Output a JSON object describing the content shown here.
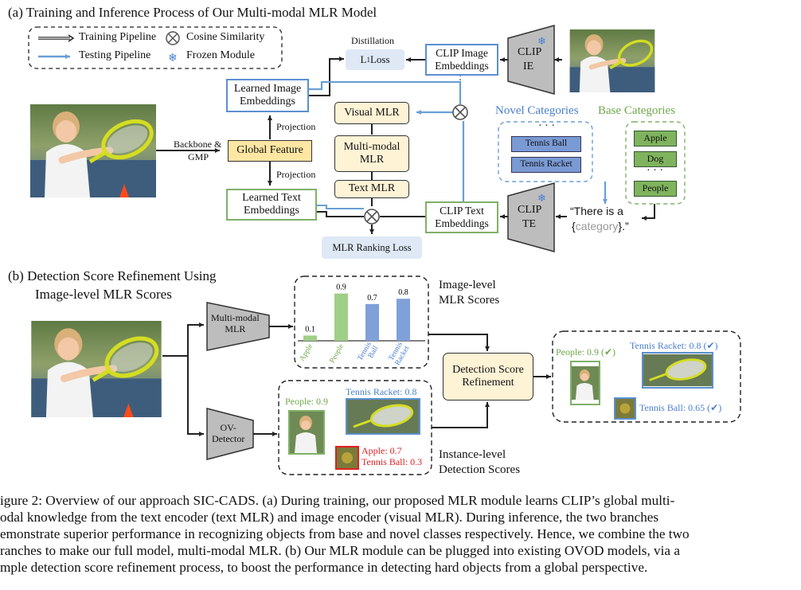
{
  "section_a": {
    "title": "(a) Training and Inference Process of Our Multi-modal MLR Model"
  },
  "legend": {
    "training": "Training Pipeline",
    "testing": "Testing Pipeline",
    "cosine": "Cosine Similarity",
    "frozen": "Frozen Module"
  },
  "modules": {
    "distillation": "Distillation",
    "l1_loss": "L",
    "l1_sub": "1",
    "l1_rest": " Loss",
    "clip_image_emb_1": "CLIP Image",
    "clip_image_emb_2": "Embeddings",
    "clip_ie_1": "CLIP",
    "clip_ie_2": "IE",
    "clip_te_1": "CLIP",
    "clip_te_2": "TE",
    "learned_image_1": "Learned Image",
    "learned_image_2": "Embeddings",
    "projection_top": "Projection",
    "projection_bottom": "Projection",
    "global_feature": "Global Feature",
    "backbone_1": "Backbone &",
    "backbone_2": "GMP",
    "visual_mlr": "Visual MLR",
    "multimodal_mlr_1": "Multi-modal",
    "multimodal_mlr_2": "MLR",
    "text_mlr": "Text MLR",
    "learned_text_1": "Learned Text",
    "learned_text_2": "Embeddings",
    "clip_text_1": "CLIP Text",
    "clip_text_2": "Embeddings",
    "mlr_ranking_loss": "MLR Ranking Loss"
  },
  "categories": {
    "novel_title": "Novel Categories",
    "base_title": "Base Categories",
    "novel_items": [
      "Tennis Ball",
      "Tennis Racket"
    ],
    "base_items": [
      "Apple",
      "Dog",
      "People"
    ],
    "prompt_1": "“There is a",
    "prompt_open": "{",
    "prompt_cat": "category",
    "prompt_close": "}.”",
    "dots": "· · ·"
  },
  "colors": {
    "training": "#222222",
    "testing": "#6a9fd6",
    "blue_box_border": "#5b8fd0",
    "green_box_border": "#7fb069",
    "blue_fill": "#7a9ad4",
    "green_fill": "#7fb35d",
    "feature_fill": "#ffe6a3",
    "mlr_fill": "#fff3d6",
    "red_text": "#e02020"
  },
  "section_b": {
    "title_1": "(b) Detection Score Refinement Using",
    "title_2": "Image-level MLR Scores",
    "multimodal_mlr_1": "Multi-modal",
    "multimodal_mlr_2": "MLR",
    "ov_detector_1": "OV-",
    "ov_detector_2": "Detector",
    "image_level_1": "Image-level",
    "image_level_2": "MLR Scores",
    "refinement_1": "Detection Score",
    "refinement_2": "Refinement",
    "instance_level_1": "Instance-level",
    "instance_level_2": "Detection Scores",
    "people_det": "People: 0.9",
    "racket_det": "Tennis Racket: 0.8",
    "apple_det": "Apple: 0.7",
    "ball_det": "Tennis Ball: 0.3",
    "people_out": "People: 0.9 (✔)",
    "racket_out": "Tennis Racket: 0.8 (✔)",
    "ball_out": "Tennis Ball: 0.65 (✔)"
  },
  "chart_data": {
    "type": "bar",
    "categories": [
      "Apple",
      "People",
      "Tennis Ball",
      "Tennis Racket"
    ],
    "values": [
      0.1,
      0.9,
      0.7,
      0.8
    ],
    "value_labels": [
      "0.1",
      "0.9",
      "0.7",
      "0.8"
    ],
    "colors": [
      "#9fcf86",
      "#9fcf86",
      "#7fa0d8",
      "#7fa0d8"
    ],
    "ylim": [
      0,
      1
    ]
  },
  "caption": {
    "line1": "igure 2: Overview of our approach SIC-CADS. (a) During training, our proposed MLR module learns CLIP’s global multi-",
    "line2": "odal knowledge from the text encoder (text MLR) and image encoder (visual MLR). During inference, the two branches",
    "line3": "emonstrate superior performance in recognizing objects from base and novel classes respectively. Hence, we combine the two",
    "line4": "ranches to make our full model, multi-modal MLR. (b) Our MLR module can be plugged into existing OVOD models, via a",
    "line5": "mple detection score refinement process, to boost the performance in detecting hard objects from a global perspective."
  }
}
